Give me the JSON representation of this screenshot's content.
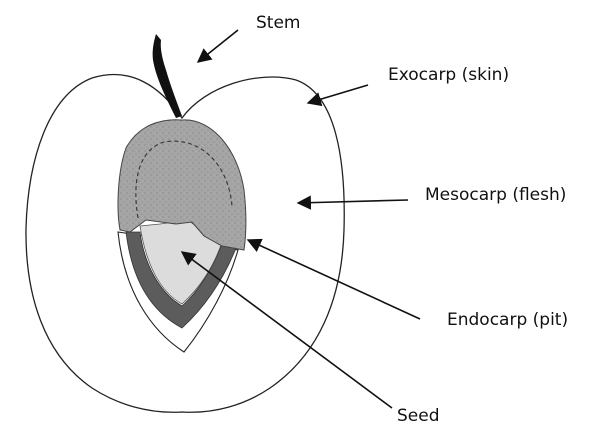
{
  "labels": {
    "stem": "Stem",
    "exocarp": "Exocarp (skin)",
    "mesocarp": "Mesocarp (flesh)",
    "endocarp": "Endocarp (pit)",
    "seed": "Seed"
  },
  "colors": {
    "background": "#ffffff",
    "outline": "#222222",
    "stem": "#111111",
    "stone_fill": "#a5a5a5",
    "stone_stipple": "#7e7e7e",
    "endocarp_band": "#5c5c5c",
    "seed_fill": "#dcdcdc",
    "arrow": "#111111"
  }
}
